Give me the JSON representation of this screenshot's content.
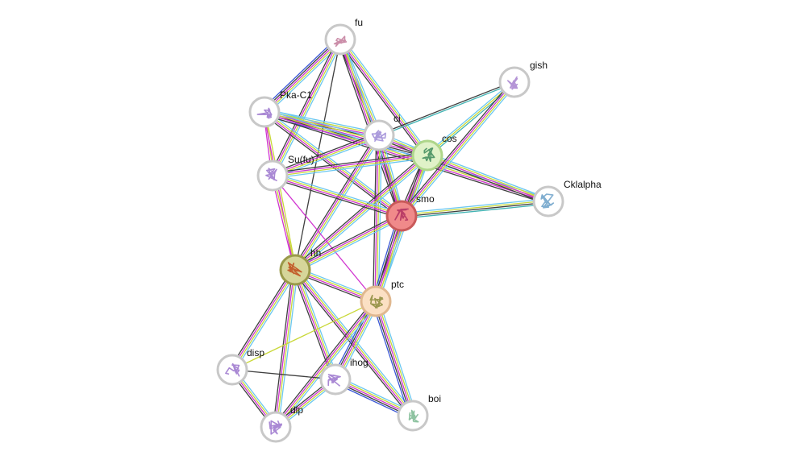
{
  "diagram": {
    "type": "protein-interaction-network",
    "edge_colors": [
      "#6cc8f0",
      "#c9d838",
      "#d033d0",
      "#3f3f3f",
      "#3a57d6",
      "#43b4b4"
    ],
    "nodes": [
      {
        "id": "fu",
        "label": "fu",
        "ring": "#c8c8c8",
        "fill": "#ffffff",
        "glyph": "#c27a9a",
        "icon": "protein-structure-icon"
      },
      {
        "id": "gish",
        "label": "gish",
        "ring": "#c8c8c8",
        "fill": "#ffffff",
        "glyph": "#a781cf",
        "icon": "protein-structure-icon"
      },
      {
        "id": "Pka-C1",
        "label": "Pka-C1",
        "ring": "#c8c8c8",
        "fill": "#ffffff",
        "glyph": "#9a73cc",
        "icon": "protein-structure-icon"
      },
      {
        "id": "ci",
        "label": "ci",
        "ring": "#c8c8c8",
        "fill": "#ffffff",
        "glyph": "#9c8ad6",
        "icon": "protein-structure-icon"
      },
      {
        "id": "cos",
        "label": "cos",
        "ring": "#aed68a",
        "fill": "#e0f2c8",
        "glyph": "#3c8a5a",
        "icon": "protein-structure-icon"
      },
      {
        "id": "Su(fu)",
        "label": "Su(fu)",
        "ring": "#c8c8c8",
        "fill": "#ffffff",
        "glyph": "#9a73cc",
        "icon": "protein-structure-icon"
      },
      {
        "id": "Cklalpha",
        "label": "Cklalpha",
        "ring": "#c8c8c8",
        "fill": "#ffffff",
        "glyph": "#6aa0c8",
        "icon": "protein-structure-icon"
      },
      {
        "id": "smo",
        "label": "smo",
        "ring": "#c95a5a",
        "fill": "#f08a8a",
        "glyph": "#b03060",
        "icon": "protein-structure-icon"
      },
      {
        "id": "hh",
        "label": "hh",
        "ring": "#9a9a4a",
        "fill": "#d6d69a",
        "glyph": "#c04a1a",
        "icon": "protein-structure-icon"
      },
      {
        "id": "ptc",
        "label": "ptc",
        "ring": "#e0b890",
        "fill": "#fbe0c4",
        "glyph": "#8a8a3a",
        "icon": "protein-structure-icon"
      },
      {
        "id": "disp",
        "label": "disp",
        "ring": "#c8c8c8",
        "fill": "#ffffff",
        "glyph": "#9a73cc",
        "icon": "protein-structure-icon"
      },
      {
        "id": "ihog",
        "label": "ihog",
        "ring": "#c8c8c8",
        "fill": "#ffffff",
        "glyph": "#9a73cc",
        "icon": "protein-structure-icon"
      },
      {
        "id": "boi",
        "label": "boi",
        "ring": "#c8c8c8",
        "fill": "#ffffff",
        "glyph": "#7ab890",
        "icon": "protein-structure-icon"
      },
      {
        "id": "dlp",
        "label": "dlp",
        "ring": "#c8c8c8",
        "fill": "#ffffff",
        "glyph": "#9a73cc",
        "icon": "protein-structure-icon"
      }
    ],
    "edges": [
      {
        "source": "fu",
        "target": "Pka-C1",
        "colors": [
          0,
          1,
          2,
          3,
          4
        ]
      },
      {
        "source": "fu",
        "target": "Su(fu)",
        "colors": [
          0,
          1,
          2,
          3
        ]
      },
      {
        "source": "fu",
        "target": "ci",
        "colors": [
          0,
          1,
          2,
          3
        ]
      },
      {
        "source": "fu",
        "target": "cos",
        "colors": [
          0,
          1,
          2,
          3
        ]
      },
      {
        "source": "fu",
        "target": "smo",
        "colors": [
          0,
          1,
          2,
          3
        ]
      },
      {
        "source": "fu",
        "target": "hh",
        "colors": [
          3
        ]
      },
      {
        "source": "Pka-C1",
        "target": "ci",
        "colors": [
          0,
          1,
          2,
          3
        ]
      },
      {
        "source": "Pka-C1",
        "target": "cos",
        "colors": [
          0,
          1,
          2,
          3,
          4
        ]
      },
      {
        "source": "Pka-C1",
        "target": "smo",
        "colors": [
          0,
          1,
          2,
          3
        ]
      },
      {
        "source": "Pka-C1",
        "target": "Su(fu)",
        "colors": [
          1,
          2
        ]
      },
      {
        "source": "Pka-C1",
        "target": "hh",
        "colors": [
          1,
          2
        ]
      },
      {
        "source": "Pka-C1",
        "target": "Cklalpha",
        "colors": [
          0,
          1,
          2,
          3
        ]
      },
      {
        "source": "ci",
        "target": "cos",
        "colors": [
          0,
          1,
          2,
          3
        ]
      },
      {
        "source": "ci",
        "target": "Su(fu)",
        "colors": [
          0,
          1,
          2,
          3
        ]
      },
      {
        "source": "ci",
        "target": "smo",
        "colors": [
          0,
          1,
          2,
          3
        ]
      },
      {
        "source": "ci",
        "target": "hh",
        "colors": [
          0,
          1,
          2,
          3
        ]
      },
      {
        "source": "ci",
        "target": "ptc",
        "colors": [
          0,
          1,
          2,
          3
        ]
      },
      {
        "source": "ci",
        "target": "gish",
        "colors": [
          3,
          5
        ]
      },
      {
        "source": "cos",
        "target": "gish",
        "colors": [
          0,
          1,
          5
        ]
      },
      {
        "source": "cos",
        "target": "Su(fu)",
        "colors": [
          0,
          1,
          2,
          3
        ]
      },
      {
        "source": "cos",
        "target": "smo",
        "colors": [
          0,
          1,
          2,
          3
        ]
      },
      {
        "source": "cos",
        "target": "Cklalpha",
        "colors": [
          0,
          1,
          2,
          3
        ]
      },
      {
        "source": "cos",
        "target": "hh",
        "colors": [
          0,
          1,
          2,
          3
        ]
      },
      {
        "source": "cos",
        "target": "ptc",
        "colors": [
          0,
          1,
          2,
          3
        ]
      },
      {
        "source": "gish",
        "target": "smo",
        "colors": [
          0,
          1,
          2,
          3
        ]
      },
      {
        "source": "smo",
        "target": "Cklalpha",
        "colors": [
          0,
          1,
          3,
          5
        ]
      },
      {
        "source": "Su(fu)",
        "target": "smo",
        "colors": [
          0,
          1,
          2,
          3
        ]
      },
      {
        "source": "Su(fu)",
        "target": "hh",
        "colors": [
          1,
          2
        ]
      },
      {
        "source": "Su(fu)",
        "target": "ptc",
        "colors": [
          2
        ]
      },
      {
        "source": "smo",
        "target": "hh",
        "colors": [
          0,
          1,
          2,
          3
        ]
      },
      {
        "source": "smo",
        "target": "ptc",
        "colors": [
          0,
          1,
          2,
          3,
          4
        ]
      },
      {
        "source": "hh",
        "target": "ptc",
        "colors": [
          0,
          1,
          2,
          3
        ]
      },
      {
        "source": "hh",
        "target": "disp",
        "colors": [
          0,
          1,
          2,
          3
        ]
      },
      {
        "source": "hh",
        "target": "ihog",
        "colors": [
          0,
          1,
          2,
          3
        ]
      },
      {
        "source": "hh",
        "target": "dlp",
        "colors": [
          0,
          1,
          2,
          3
        ]
      },
      {
        "source": "hh",
        "target": "boi",
        "colors": [
          0,
          1,
          2,
          3
        ]
      },
      {
        "source": "ptc",
        "target": "ihog",
        "colors": [
          0,
          1,
          2,
          3,
          4
        ]
      },
      {
        "source": "ptc",
        "target": "boi",
        "colors": [
          0,
          1,
          2,
          3,
          4
        ]
      },
      {
        "source": "ptc",
        "target": "dlp",
        "colors": [
          0,
          1,
          2,
          3
        ]
      },
      {
        "source": "ptc",
        "target": "disp",
        "colors": [
          1
        ]
      },
      {
        "source": "disp",
        "target": "dlp",
        "colors": [
          0,
          1,
          2,
          3
        ]
      },
      {
        "source": "disp",
        "target": "ihog",
        "colors": [
          3
        ]
      },
      {
        "source": "ihog",
        "target": "dlp",
        "colors": [
          0,
          1,
          2,
          3
        ]
      },
      {
        "source": "ihog",
        "target": "boi",
        "colors": [
          0,
          1,
          2,
          3,
          4
        ]
      }
    ]
  }
}
